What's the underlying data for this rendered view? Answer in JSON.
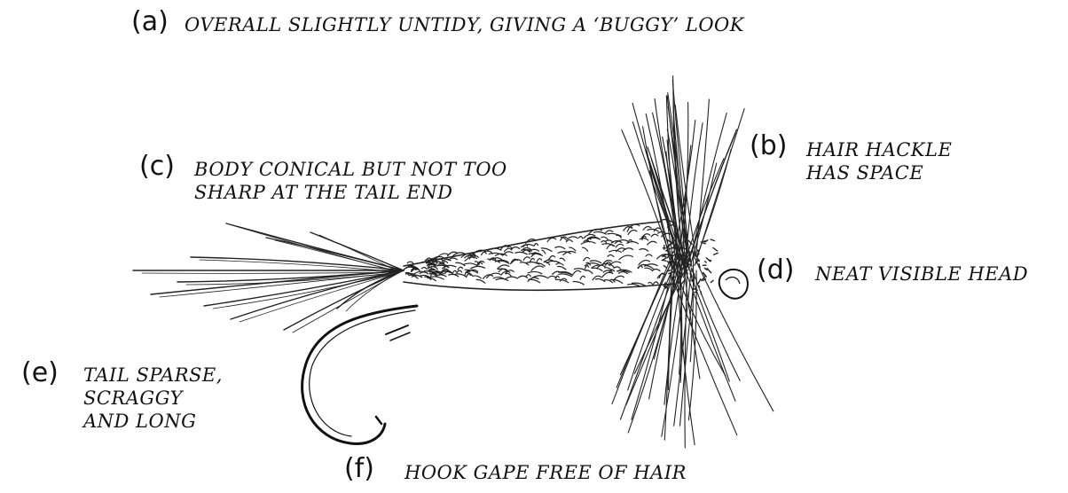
{
  "labels": {
    "a": {
      "letter": "(a)",
      "lines": [
        "OVERALL SLIGHTLY UNTIDY, GIVING A ‘BUGGY’ LOOK"
      ]
    },
    "b": {
      "letter": "(b)",
      "lines": [
        "HAIR HACKLE",
        "HAS SPACE"
      ]
    },
    "c": {
      "letter": "(c)",
      "lines": [
        "BODY CONICAL BUT NOT TOO",
        "SHARP AT THE TAIL END"
      ]
    },
    "d": {
      "letter": "(d)",
      "lines": [
        "NEAT VISIBLE HEAD"
      ]
    },
    "e": {
      "letter": "(e)",
      "lines": [
        "TAIL SPARSE,",
        "SCRAGGY",
        "AND LONG"
      ]
    },
    "f": {
      "letter": "(f)",
      "lines": [
        "HOOK GAPE FREE OF HAIR"
      ]
    }
  },
  "colors": {
    "ink": "#111111",
    "background": "#ffffff"
  },
  "illustration": {
    "subject": "fly-tying-sketch",
    "icon": "dry-fly-sketch-icon"
  }
}
